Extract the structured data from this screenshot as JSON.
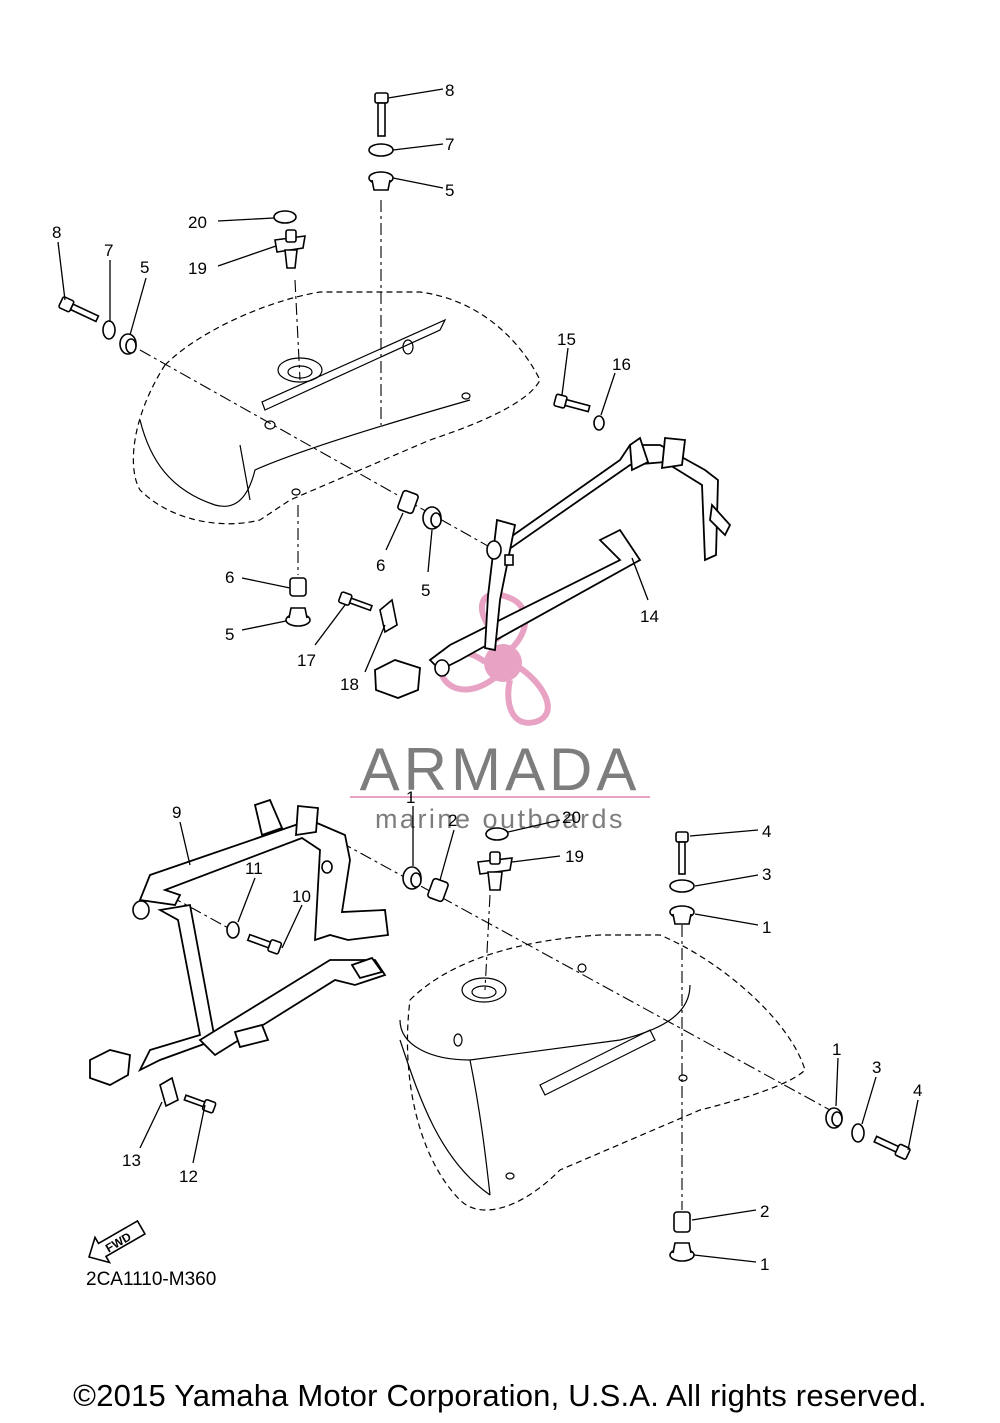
{
  "diagram": {
    "code": "2CA1110-M360",
    "fwd_label": "FWD",
    "copyright": "©2015 Yamaha Motor Corporation, U.S.A. All rights reserved."
  },
  "watermark": {
    "brand": "ARMADA",
    "tagline": "marine outboards",
    "accent_color": "#e7a2c4",
    "text_color": "#7d7d7d"
  },
  "callouts": {
    "upper": [
      "8",
      "7",
      "5",
      "20",
      "19",
      "8",
      "7",
      "5",
      "15",
      "16",
      "6",
      "5",
      "6",
      "5",
      "14",
      "17",
      "18"
    ],
    "lower": [
      "1",
      "2",
      "20",
      "9",
      "11",
      "19",
      "10",
      "4",
      "3",
      "1",
      "13",
      "12",
      "1",
      "3",
      "4",
      "2",
      "1"
    ]
  }
}
